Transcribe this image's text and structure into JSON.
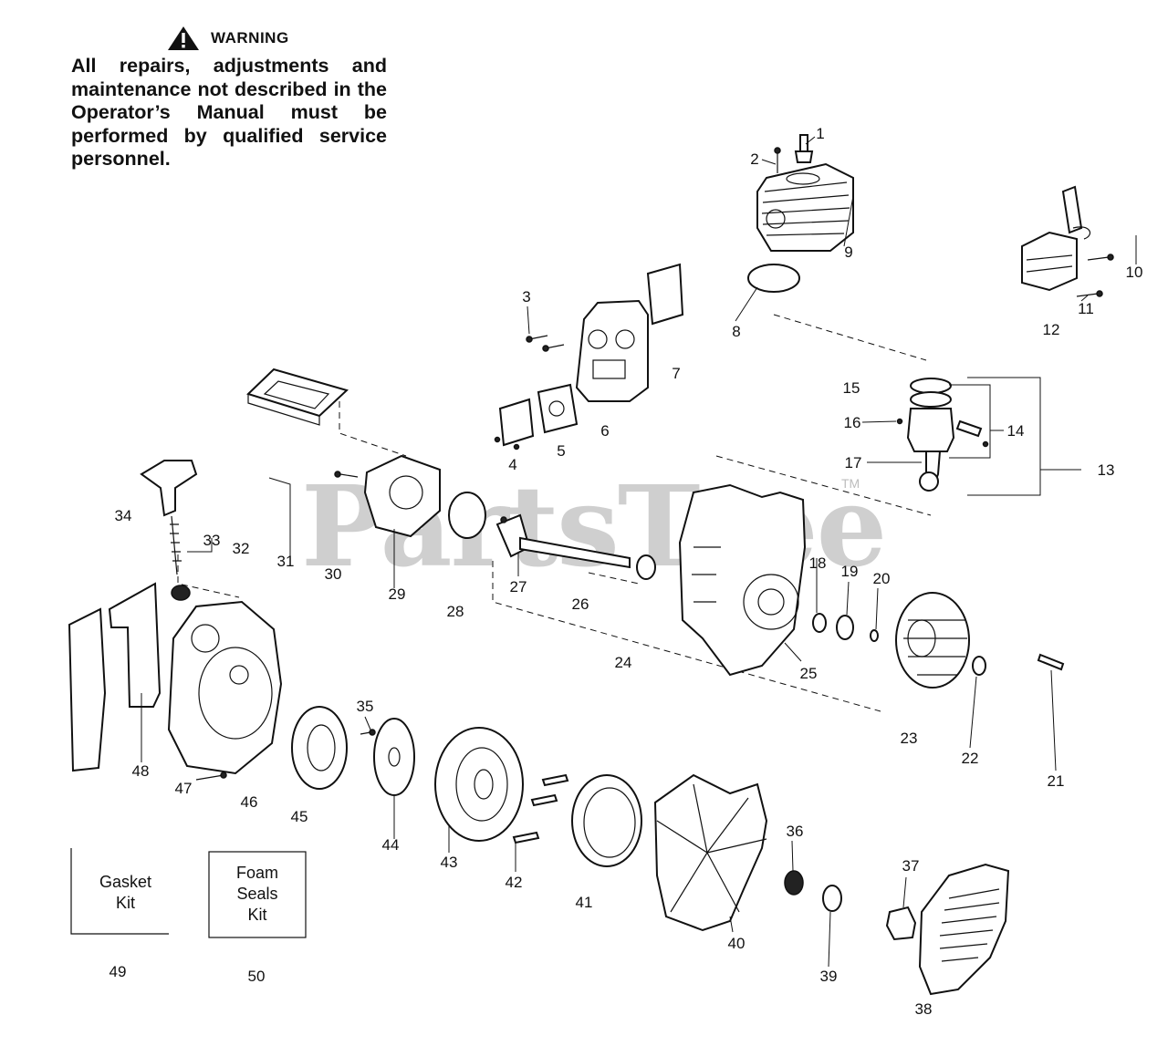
{
  "warning": {
    "title": "WARNING",
    "text": "All repairs, adjustments and maintenance not described in the Operator’s Manual must be performed by qualified service personnel.",
    "icon": "warning-triangle-icon"
  },
  "watermark": {
    "text": "PartsTree",
    "tm": "TM"
  },
  "kits": [
    {
      "label_lines": [
        "Gasket",
        "Kit"
      ]
    },
    {
      "label_lines": [
        "Foam",
        "Seals",
        "Kit"
      ]
    }
  ],
  "callouts": [
    "1",
    "2",
    "3",
    "4",
    "5",
    "6",
    "7",
    "8",
    "9",
    "10",
    "11",
    "12",
    "13",
    "14",
    "15",
    "16",
    "17",
    "18",
    "19",
    "20",
    "21",
    "22",
    "23",
    "24",
    "25",
    "26",
    "27",
    "28",
    "29",
    "30",
    "31",
    "32",
    "33",
    "34",
    "35",
    "36",
    "37",
    "38",
    "39",
    "40",
    "41",
    "42",
    "43",
    "44",
    "45",
    "46",
    "47",
    "48",
    "49",
    "50"
  ]
}
